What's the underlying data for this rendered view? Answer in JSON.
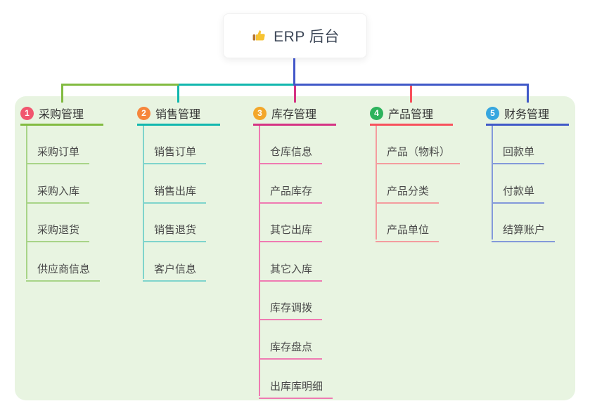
{
  "root": {
    "title": "ERP 后台",
    "icon": "thumbs-up-icon"
  },
  "branches": [
    {
      "num": "1",
      "label": "采购管理",
      "badge_color": "#f1566f",
      "line_color": "#82bb41",
      "child_line_color": "#a8d488",
      "children": [
        "采购订单",
        "采购入库",
        "采购退货",
        "供应商信息"
      ]
    },
    {
      "num": "2",
      "label": "销售管理",
      "badge_color": "#f6863c",
      "line_color": "#12b7ae",
      "child_line_color": "#7fd4cc",
      "children": [
        "销售订单",
        "销售出库",
        "销售退货",
        "客户信息"
      ]
    },
    {
      "num": "3",
      "label": "库存管理",
      "badge_color": "#f3a72a",
      "line_color": "#d53384",
      "child_line_color": "#ef7ab2",
      "children": [
        "仓库信息",
        "产品库存",
        "其它出库",
        "其它入库",
        "库存调拨",
        "库存盘点",
        "出库库明细"
      ]
    },
    {
      "num": "4",
      "label": "产品管理",
      "badge_color": "#2db35c",
      "line_color": "#f8515c",
      "child_line_color": "#f49c9e",
      "children": [
        "产品（物料）",
        "产品分类",
        "产品单位"
      ]
    },
    {
      "num": "5",
      "label": "财务管理",
      "badge_color": "#36a6df",
      "line_color": "#4059c8",
      "child_line_color": "#8399da",
      "children": [
        "回款单",
        "付款单",
        "结算账户"
      ]
    }
  ],
  "colors": {
    "panel_bg": "#e8f4e1",
    "root_connector": "#4357c9",
    "thumb_yellow": "#f7c331",
    "thumb_cuff": "#b5742e",
    "root_text": "#3d4757",
    "title_text": "#333333",
    "child_text": "#4a4a4a"
  }
}
